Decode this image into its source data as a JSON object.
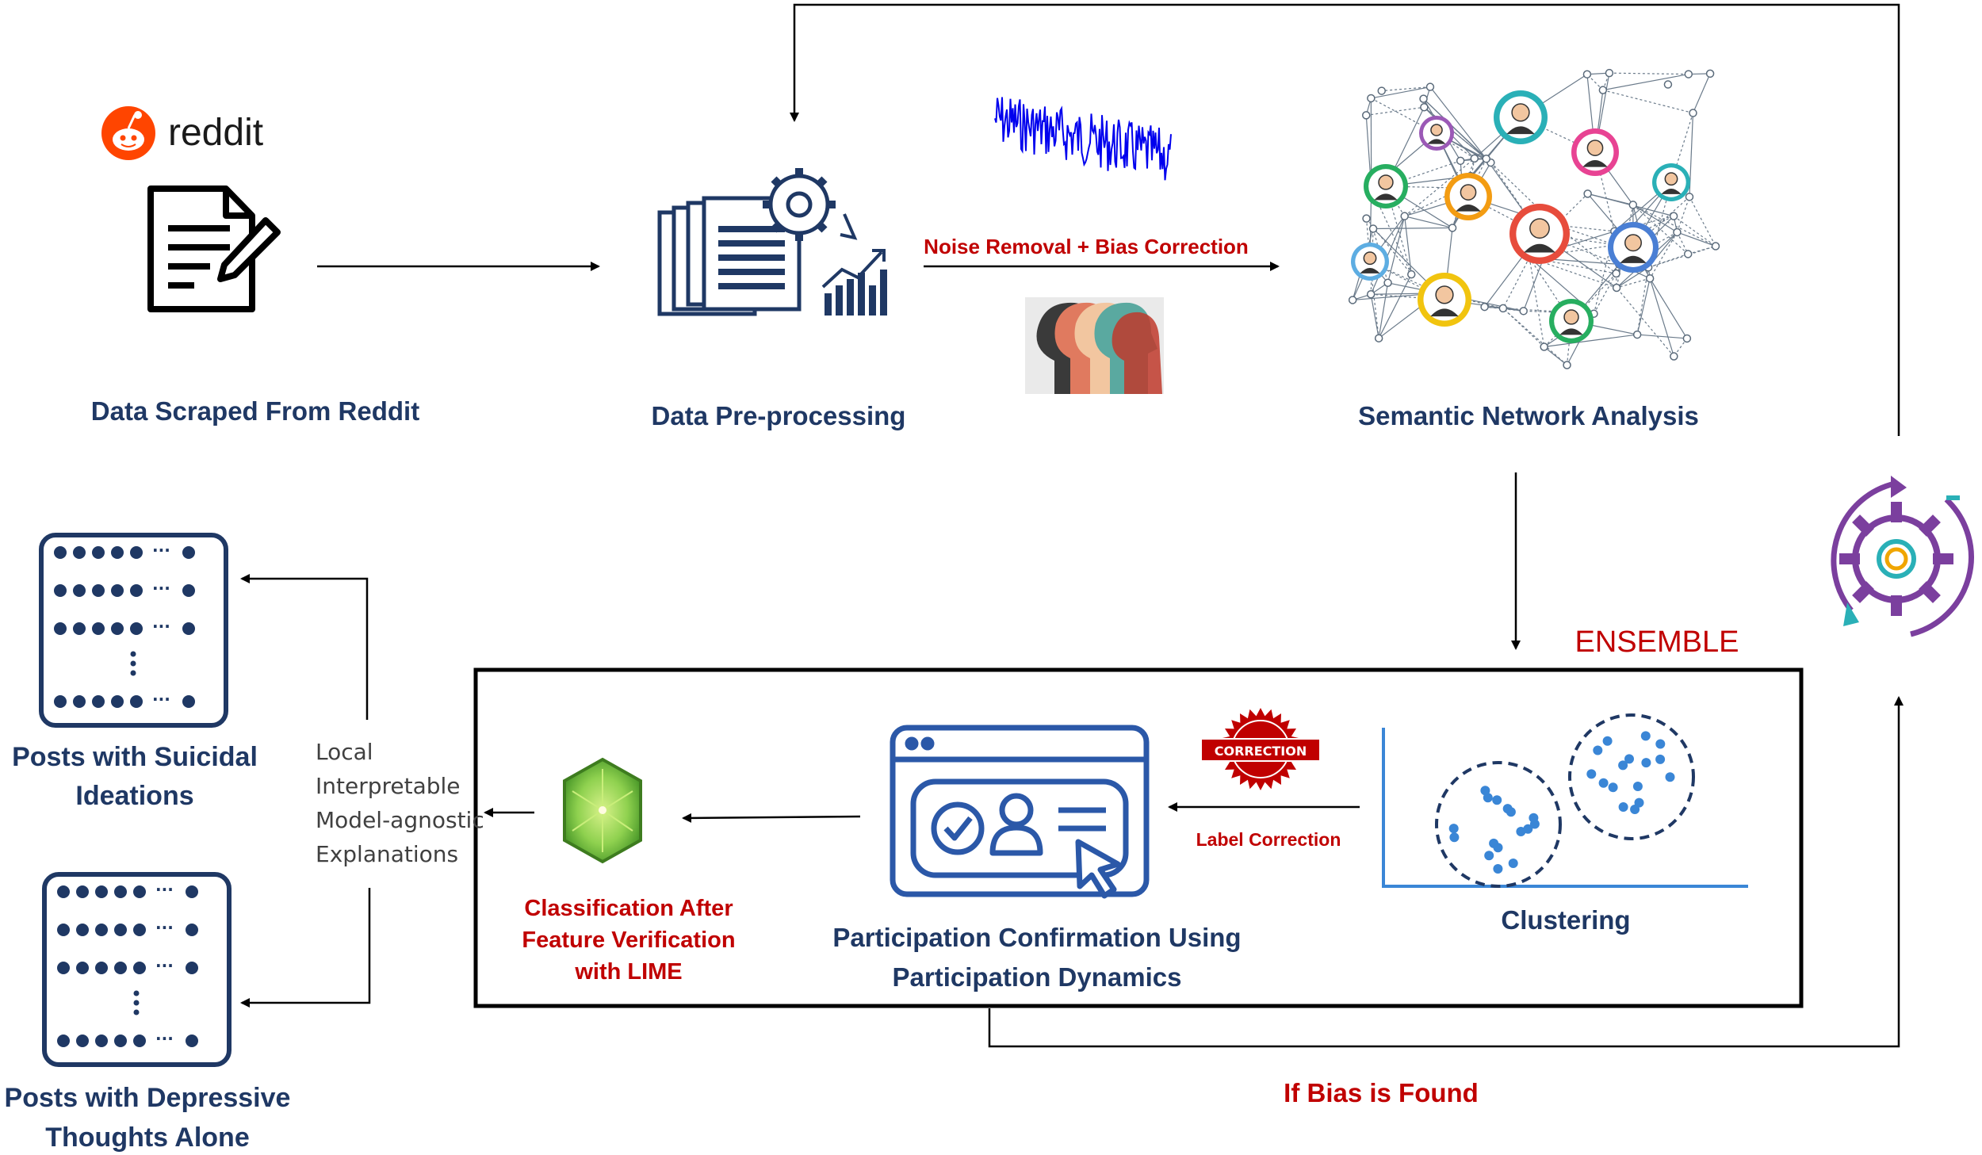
{
  "brand": {
    "reddit_wordmark": "reddit"
  },
  "stages": {
    "scrape": "Data Scraped From Reddit",
    "preprocess": "Data Pre-processing",
    "semantic": "Semantic Network Analysis"
  },
  "edges": {
    "noise_bias": "Noise Removal + Bias Correction",
    "label_correction": "Label Correction",
    "bias_found": "If Bias is Found"
  },
  "ensemble": {
    "title": "ENSEMBLE",
    "clustering": "Clustering",
    "participation_line1": "Participation Confirmation Using",
    "participation_line2": "Participation Dynamics",
    "classification_line1": "Classification After",
    "classification_line2": "Feature Verification",
    "classification_line3": "with LIME",
    "stamp_text": "CORRECTION"
  },
  "lime": {
    "line1": "Local",
    "line2": "Interpretable",
    "line3": "Model-agnostic",
    "line4": "Explanations"
  },
  "outputs": {
    "suicidal_line1": "Posts with Suicidal",
    "suicidal_line2": "Ideations",
    "depressive_line1": "Posts with Depressive",
    "depressive_line2": "Thoughts Alone"
  },
  "colors": {
    "navy": "#1f3864",
    "red": "#c00000",
    "reddit_orange": "#ff4500",
    "signal_blue": "#0000ee",
    "cluster_blue": "#3a86d6",
    "lime_green": "#7cc242"
  }
}
